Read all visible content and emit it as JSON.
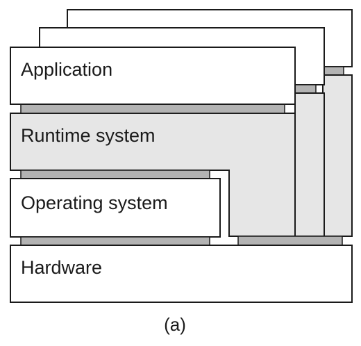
{
  "diagram": {
    "layers": {
      "application": "Application",
      "runtime": "Runtime system",
      "os": "Operating system",
      "hardware": "Hardware"
    },
    "caption": "(a)",
    "colors": {
      "stroke": "#1a1a1a",
      "white_box": "#ffffff",
      "runtime_fill": "#e6e6e6",
      "connector_fill": "#b3b3b3"
    }
  }
}
